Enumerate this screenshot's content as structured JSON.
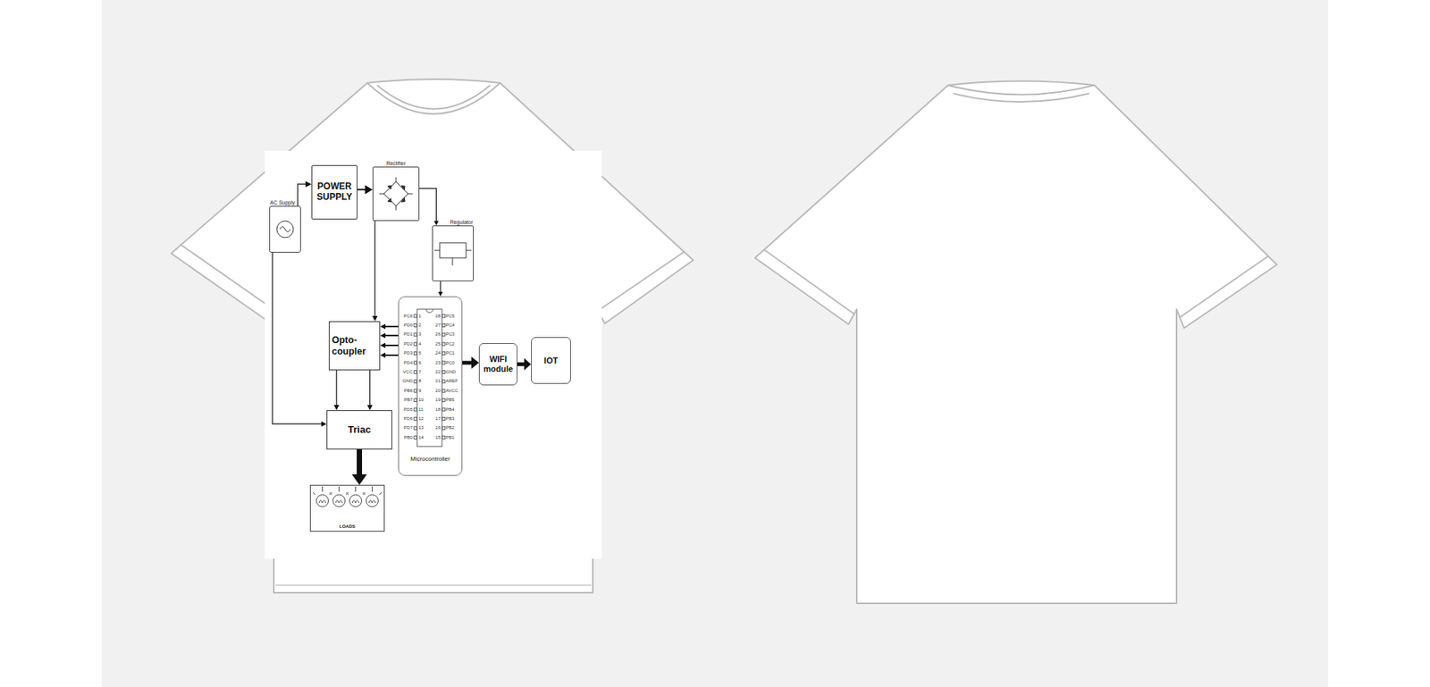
{
  "diagram": {
    "nodes": [
      {
        "text": [
          "AC Supply"
        ]
      },
      {
        "text": [
          "POWER SUPPLY"
        ]
      },
      {
        "text": [
          "Rectifier"
        ]
      },
      {
        "text": [
          "Regulator"
        ]
      },
      {
        "text": [
          "Opto-coupler"
        ]
      },
      {
        "text": [
          "Microcontroller"
        ]
      },
      {
        "text": [
          "WIFI module"
        ]
      },
      {
        "text": [
          "IOT"
        ]
      },
      {
        "text": [
          "Triac"
        ]
      },
      {
        "text": [
          "LOADS"
        ]
      }
    ],
    "edges": [
      {
        "from": 0,
        "to": 1,
        "arrow": "to"
      },
      {
        "from": 1,
        "to": 2,
        "arrow": "to"
      },
      {
        "from": 2,
        "to": 3,
        "arrow": "to"
      },
      {
        "from": 3,
        "to": 5,
        "arrow": "to"
      },
      {
        "from": 2,
        "to": 4,
        "arrow": "to"
      },
      {
        "from": 5,
        "to": 4,
        "arrow": "to"
      },
      {
        "from": 5,
        "to": 4,
        "arrow": "to"
      },
      {
        "from": 5,
        "to": 4,
        "arrow": "to"
      },
      {
        "from": 5,
        "to": 4,
        "arrow": "to"
      },
      {
        "from": 4,
        "to": 8,
        "arrow": "to"
      },
      {
        "from": 4,
        "to": 8,
        "arrow": "to"
      },
      {
        "from": 0,
        "to": 8,
        "arrow": "to"
      },
      {
        "from": 8,
        "to": 9,
        "arrow": "to"
      },
      {
        "from": 5,
        "to": 6,
        "arrow": "to"
      },
      {
        "from": 6,
        "to": 7,
        "arrow": "to"
      }
    ],
    "labels": [
      "PC6",
      "1",
      "28",
      "PC5",
      "PD0",
      "2",
      "27",
      "PC4",
      "PD1",
      "3",
      "26",
      "PC3",
      "PD2",
      "4",
      "25",
      "PC2",
      "PD3",
      "5",
      "24",
      "PC1",
      "PD4",
      "6",
      "23",
      "PC0",
      "VCC",
      "7",
      "22",
      "GND",
      "GND",
      "8",
      "21",
      "AREF",
      "PB6",
      "9",
      "20",
      "AVCC",
      "PB7",
      "10",
      "19",
      "PB5",
      "PD5",
      "11",
      "18",
      "PB4",
      "PD6",
      "12",
      "17",
      "PB3",
      "PD7",
      "13",
      "16",
      "PB2",
      "PB0",
      "14",
      "15",
      "PB1"
    ]
  }
}
